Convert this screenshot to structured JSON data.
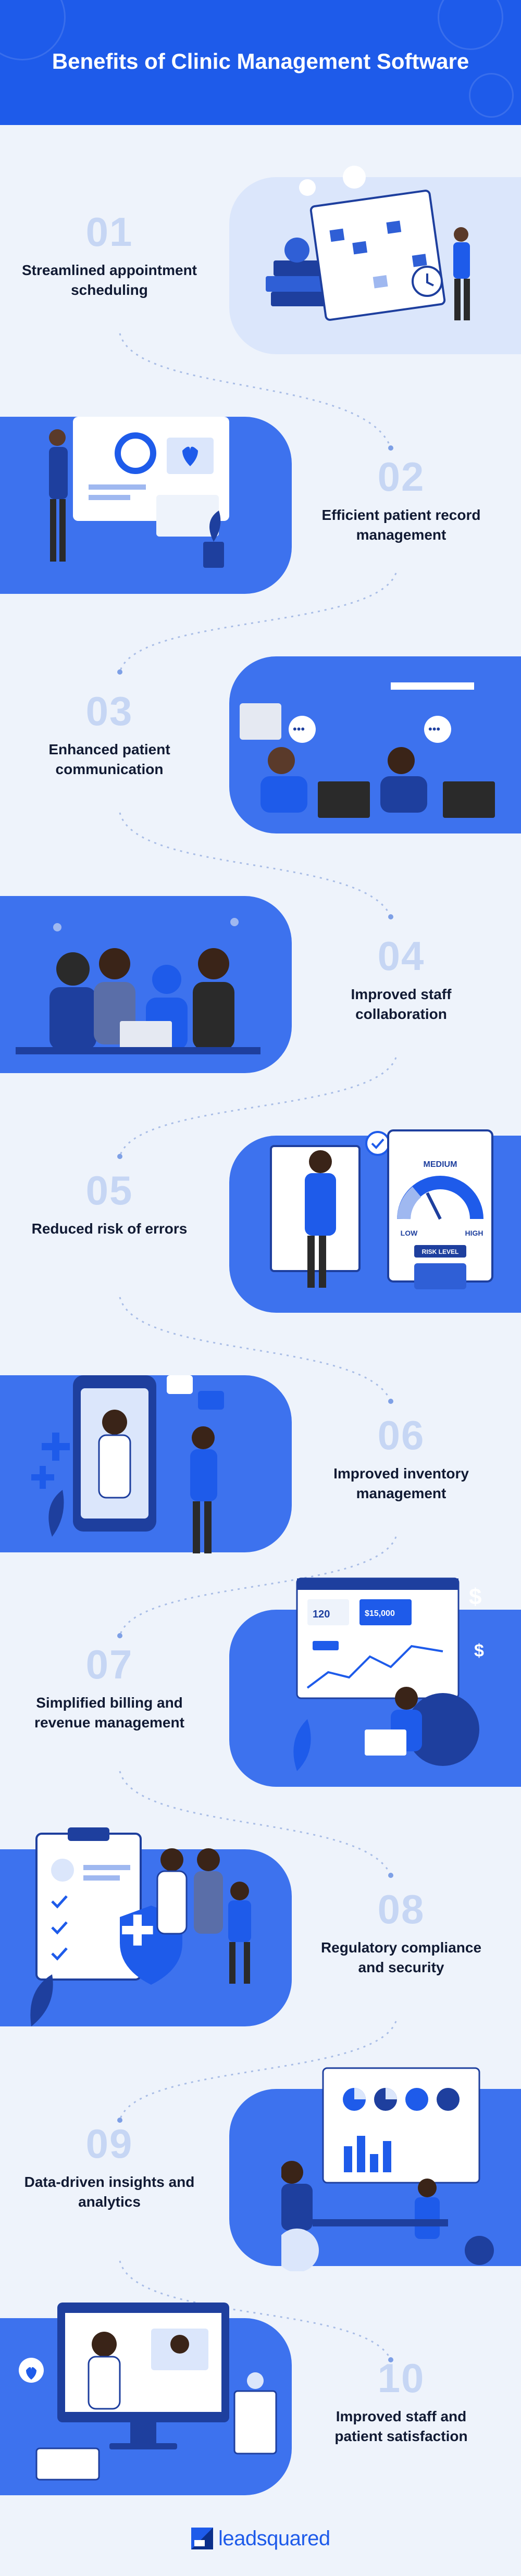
{
  "header": {
    "title": "Benefits of Clinic Management Software"
  },
  "benefits": [
    {
      "number": "01",
      "title": "Streamlined appointment scheduling"
    },
    {
      "number": "02",
      "title": "Efficient patient record management"
    },
    {
      "number": "03",
      "title": "Enhanced patient communication"
    },
    {
      "number": "04",
      "title": "Improved staff collaboration"
    },
    {
      "number": "05",
      "title": "Reduced risk of errors"
    },
    {
      "number": "06",
      "title": "Improved inventory management"
    },
    {
      "number": "07",
      "title": "Simplified billing and revenue management"
    },
    {
      "number": "08",
      "title": "Regulatory compliance and security"
    },
    {
      "number": "09",
      "title": "Data-driven insights and analytics"
    },
    {
      "number": "10",
      "title": "Improved staff and patient satisfaction"
    }
  ],
  "illustration_text": {
    "gauge_medium": "MEDIUM",
    "gauge_low": "LOW",
    "gauge_high": "HIGH",
    "gauge_risk": "RISK LEVEL",
    "billing_stat_1": "120",
    "billing_stat_2": "$15,000"
  },
  "footer": {
    "brand": "leadsquared"
  },
  "colors": {
    "brand_blue": "#1e5bea",
    "light_blob": "#dbe6fb",
    "number_tint": "#c6d6f4",
    "background": "#eef3fb"
  }
}
